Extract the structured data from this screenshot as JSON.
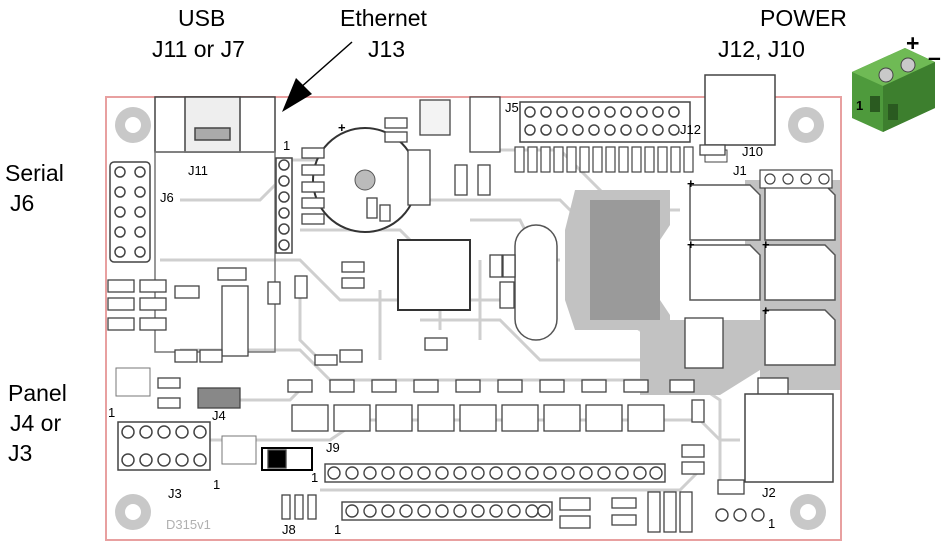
{
  "labels": {
    "usb": "USB",
    "usb_jumpers": "J11 or J7",
    "ethernet": "Ethernet",
    "ethernet_jumper": "J13",
    "power": "POWER",
    "power_jumpers": "J12,  J10",
    "power_plus": "+",
    "power_minus": "–",
    "power_pin1": "1",
    "serial": "Serial",
    "serial_jumper": "J6",
    "panel": "Panel",
    "panel_j4or": "J4 or",
    "panel_j3": "J3"
  },
  "silkscreen": {
    "j11": "J11",
    "j6": "J6",
    "j5": "J5",
    "j12": "J12",
    "j10": "J10",
    "j1": "J1",
    "j4": "J4",
    "j9": "J9",
    "j3": "J3",
    "j8": "J8",
    "j2": "J2",
    "board_rev": "D315v1",
    "pin1_a": "1",
    "pin1_b": "1",
    "pin1_c": "1",
    "pin1_d": "1",
    "pin1_e": "1",
    "pin1_f": "1",
    "plus_a": "+",
    "plus_b": "+",
    "plus_c": "+",
    "plus_d": "+",
    "plus_e": "+"
  },
  "colors": {
    "board_outline": "#e8a0a0",
    "trace": "#c8c8c8",
    "part": "#9a9a9a",
    "connector_green": "#4e9a3c"
  }
}
